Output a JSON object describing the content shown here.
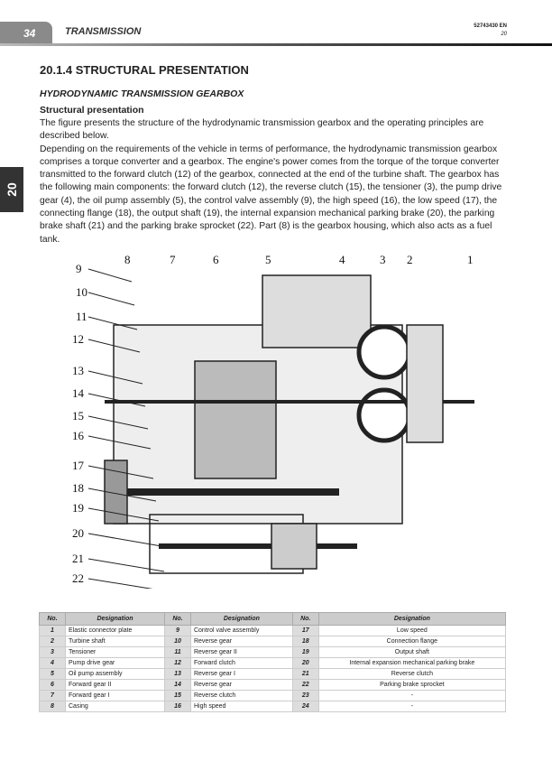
{
  "header": {
    "page_number": "34",
    "section": "TRANSMISSION",
    "doc_number": "52743430 EN",
    "chapter": "20"
  },
  "side_tab": "20",
  "title": "20.1.4 STRUCTURAL PRESENTATION",
  "subtitle": "HYDRODYNAMIC TRANSMISSION GEARBOX",
  "subheading": "Structural presentation",
  "paragraphs": [
    "The figure presents the structure of the hydrodynamic transmission gearbox and the operating principles are described below.",
    "Depending on the requirements of the vehicle in terms of performance, the hydrodynamic transmission gearbox comprises a torque converter and a gearbox. The engine's power comes from the torque of the torque converter transmitted to the forward clutch (12) of the gearbox, connected at the end of the turbine shaft. The gearbox has the following main components: the forward clutch (12), the reverse clutch (15), the tensioner (3), the pump drive gear (4), the oil pump assembly (5), the control valve assembly (9), the high speed (16), the low speed (17), the connecting flange (18), the output shaft (19), the internal expansion mechanical parking brake (20), the parking brake shaft (21) and the parking brake sprocket (22). Part (8) is the gearbox housing, which also acts as a fuel tank."
  ],
  "diagram": {
    "top_labels": [
      "8",
      "7",
      "6",
      "5",
      "4",
      "3",
      "2",
      "1"
    ],
    "left_labels": [
      "9",
      "10",
      "11",
      "12",
      "13",
      "14",
      "15",
      "16",
      "17",
      "18",
      "19",
      "20",
      "21",
      "22"
    ]
  },
  "table": {
    "headers": [
      "No.",
      "Designation",
      "No.",
      "Designation",
      "No.",
      "Designation"
    ],
    "rows": [
      [
        "1",
        "Elastic connector plate",
        "9",
        "Control valve assembly",
        "17",
        "Low speed"
      ],
      [
        "2",
        "Turbine shaft",
        "10",
        "Reverse gear",
        "18",
        "Connection flange"
      ],
      [
        "3",
        "Tensioner",
        "11",
        "Reverse gear II",
        "19",
        "Output shaft"
      ],
      [
        "4",
        "Pump drive gear",
        "12",
        "Forward clutch",
        "20",
        "Internal expansion mechanical parking brake"
      ],
      [
        "5",
        "Oil pump assembly",
        "13",
        "Reverse gear I",
        "21",
        "Reverse clutch"
      ],
      [
        "6",
        "Forward gear II",
        "14",
        "Reverse gear",
        "22",
        "Parking brake sprocket"
      ],
      [
        "7",
        "Forward gear I",
        "15",
        "Reverse clutch",
        "23",
        "-"
      ],
      [
        "8",
        "Casing",
        "16",
        "High speed",
        "24",
        "-"
      ]
    ]
  }
}
